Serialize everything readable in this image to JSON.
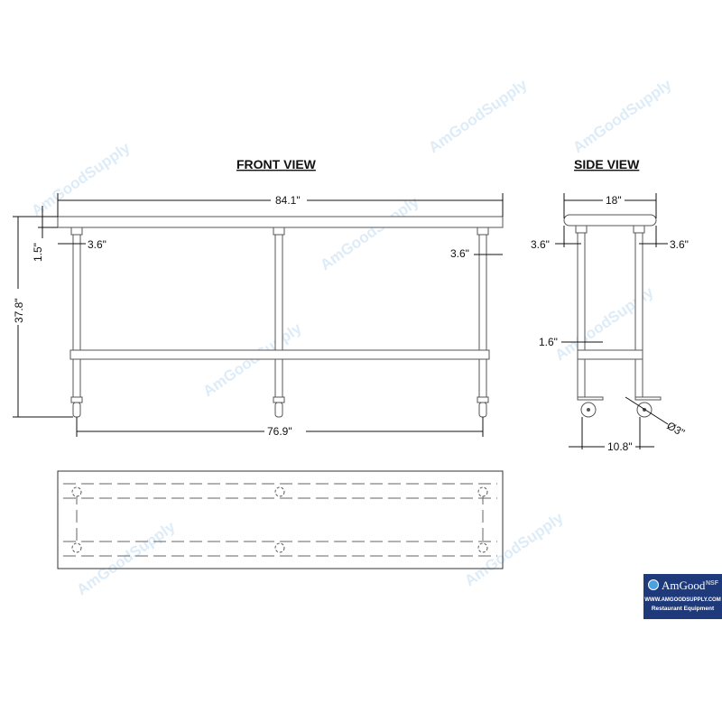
{
  "watermark": "AmGoodSupply",
  "front_view": {
    "title": "FRONT VIEW",
    "dims": {
      "length": "84.1\"",
      "height": "37.8\"",
      "top_thickness": "1.5\"",
      "leg_inset_left": "3.6\"",
      "leg_inset_right": "3.6\"",
      "leg_span": "76.9\""
    }
  },
  "side_view": {
    "title": "SIDE VIEW",
    "dims": {
      "depth": "18\"",
      "leg_inset_left": "3.6\"",
      "leg_inset_right": "3.6\"",
      "leg_width": "1.6\"",
      "leg_span": "10.8\"",
      "caster_diameter": "Ø3\""
    }
  },
  "logo": {
    "brand": "AmGood",
    "cert": "NSF",
    "url": "WWW.AMGOODSUPPLY.COM",
    "tagline": "Restaurant Equipment"
  },
  "colors": {
    "logo_bg": "#1f3a7a",
    "watermark": "#cfe4f5"
  }
}
